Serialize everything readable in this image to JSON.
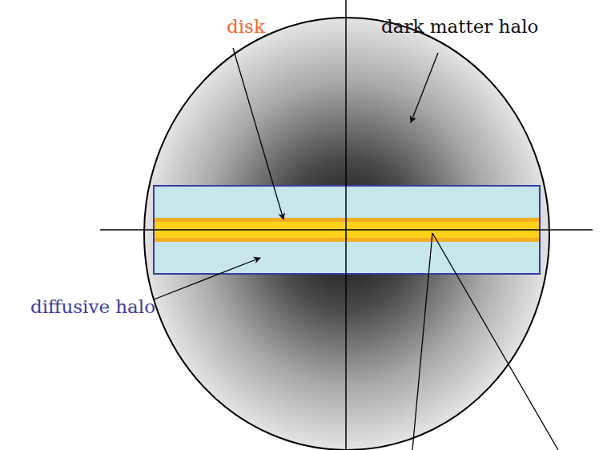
{
  "diagram": {
    "labels": [
      "disk",
      "dark matter halo",
      "diffusive halo"
    ]
  }
}
